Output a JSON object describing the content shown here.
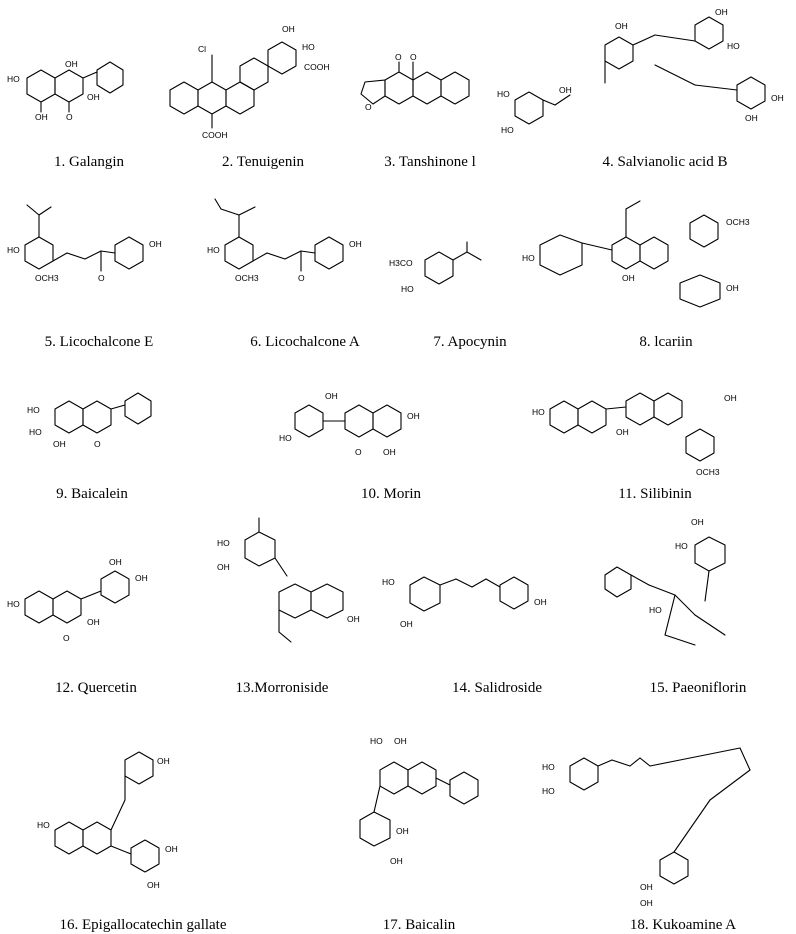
{
  "compounds": [
    {
      "label": "1. Galangin",
      "sub": [
        "HO",
        "OH",
        "OH"
      ]
    },
    {
      "label": "2. Tenuigenin",
      "sub": [
        "Cl",
        "OH",
        "HO",
        "COOH",
        "COOH"
      ]
    },
    {
      "label": "3. Tanshinone l",
      "sub": [
        "O",
        "O"
      ]
    },
    {
      "label": "4. Salvianolic acid B",
      "sub": [
        "OH",
        "OH",
        "HO",
        "HO",
        "HO",
        "OH",
        "OH",
        "OH"
      ]
    },
    {
      "label": "5. Licochalcone E",
      "sub": [
        "HO",
        "OCH3",
        "OH"
      ]
    },
    {
      "label": "6. Licochalcone A",
      "sub": [
        "HO",
        "OCH3",
        "OH"
      ]
    },
    {
      "label": "7. Apocynin",
      "sub": [
        "H3CO",
        "HO"
      ]
    },
    {
      "label": "8. lcariin",
      "sub": [
        "OCH3",
        "HO",
        "OH",
        "OH"
      ]
    },
    {
      "label": "9. Baicalein",
      "sub": [
        "HO",
        "HO",
        "OH"
      ]
    },
    {
      "label": "10. Morin",
      "sub": [
        "HO",
        "OH",
        "OH",
        "OH"
      ]
    },
    {
      "label": "11. Silibinin",
      "sub": [
        "HO",
        "OH",
        "OH",
        "OCH3"
      ]
    },
    {
      "label": "12. Quercetin",
      "sub": [
        "HO",
        "OH",
        "OH",
        "OH"
      ]
    },
    {
      "label": "13.Morroniside",
      "sub": [
        "HO",
        "OH",
        "OH"
      ]
    },
    {
      "label": "14. Salidroside",
      "sub": [
        "HO",
        "OH",
        "OH"
      ]
    },
    {
      "label": "15. Paeoniflorin",
      "sub": [
        "HO",
        "OH",
        "HO"
      ]
    },
    {
      "label": "16. Epigallocatechin gallate",
      "sub": [
        "HO",
        "OH",
        "OH",
        "OH"
      ]
    },
    {
      "label": "17. Baicalin",
      "sub": [
        "HO",
        "OH",
        "OH",
        "OH"
      ]
    },
    {
      "label": "18. Kukoamine A",
      "sub": [
        "HO",
        "HO",
        "OH",
        "OH"
      ]
    }
  ]
}
